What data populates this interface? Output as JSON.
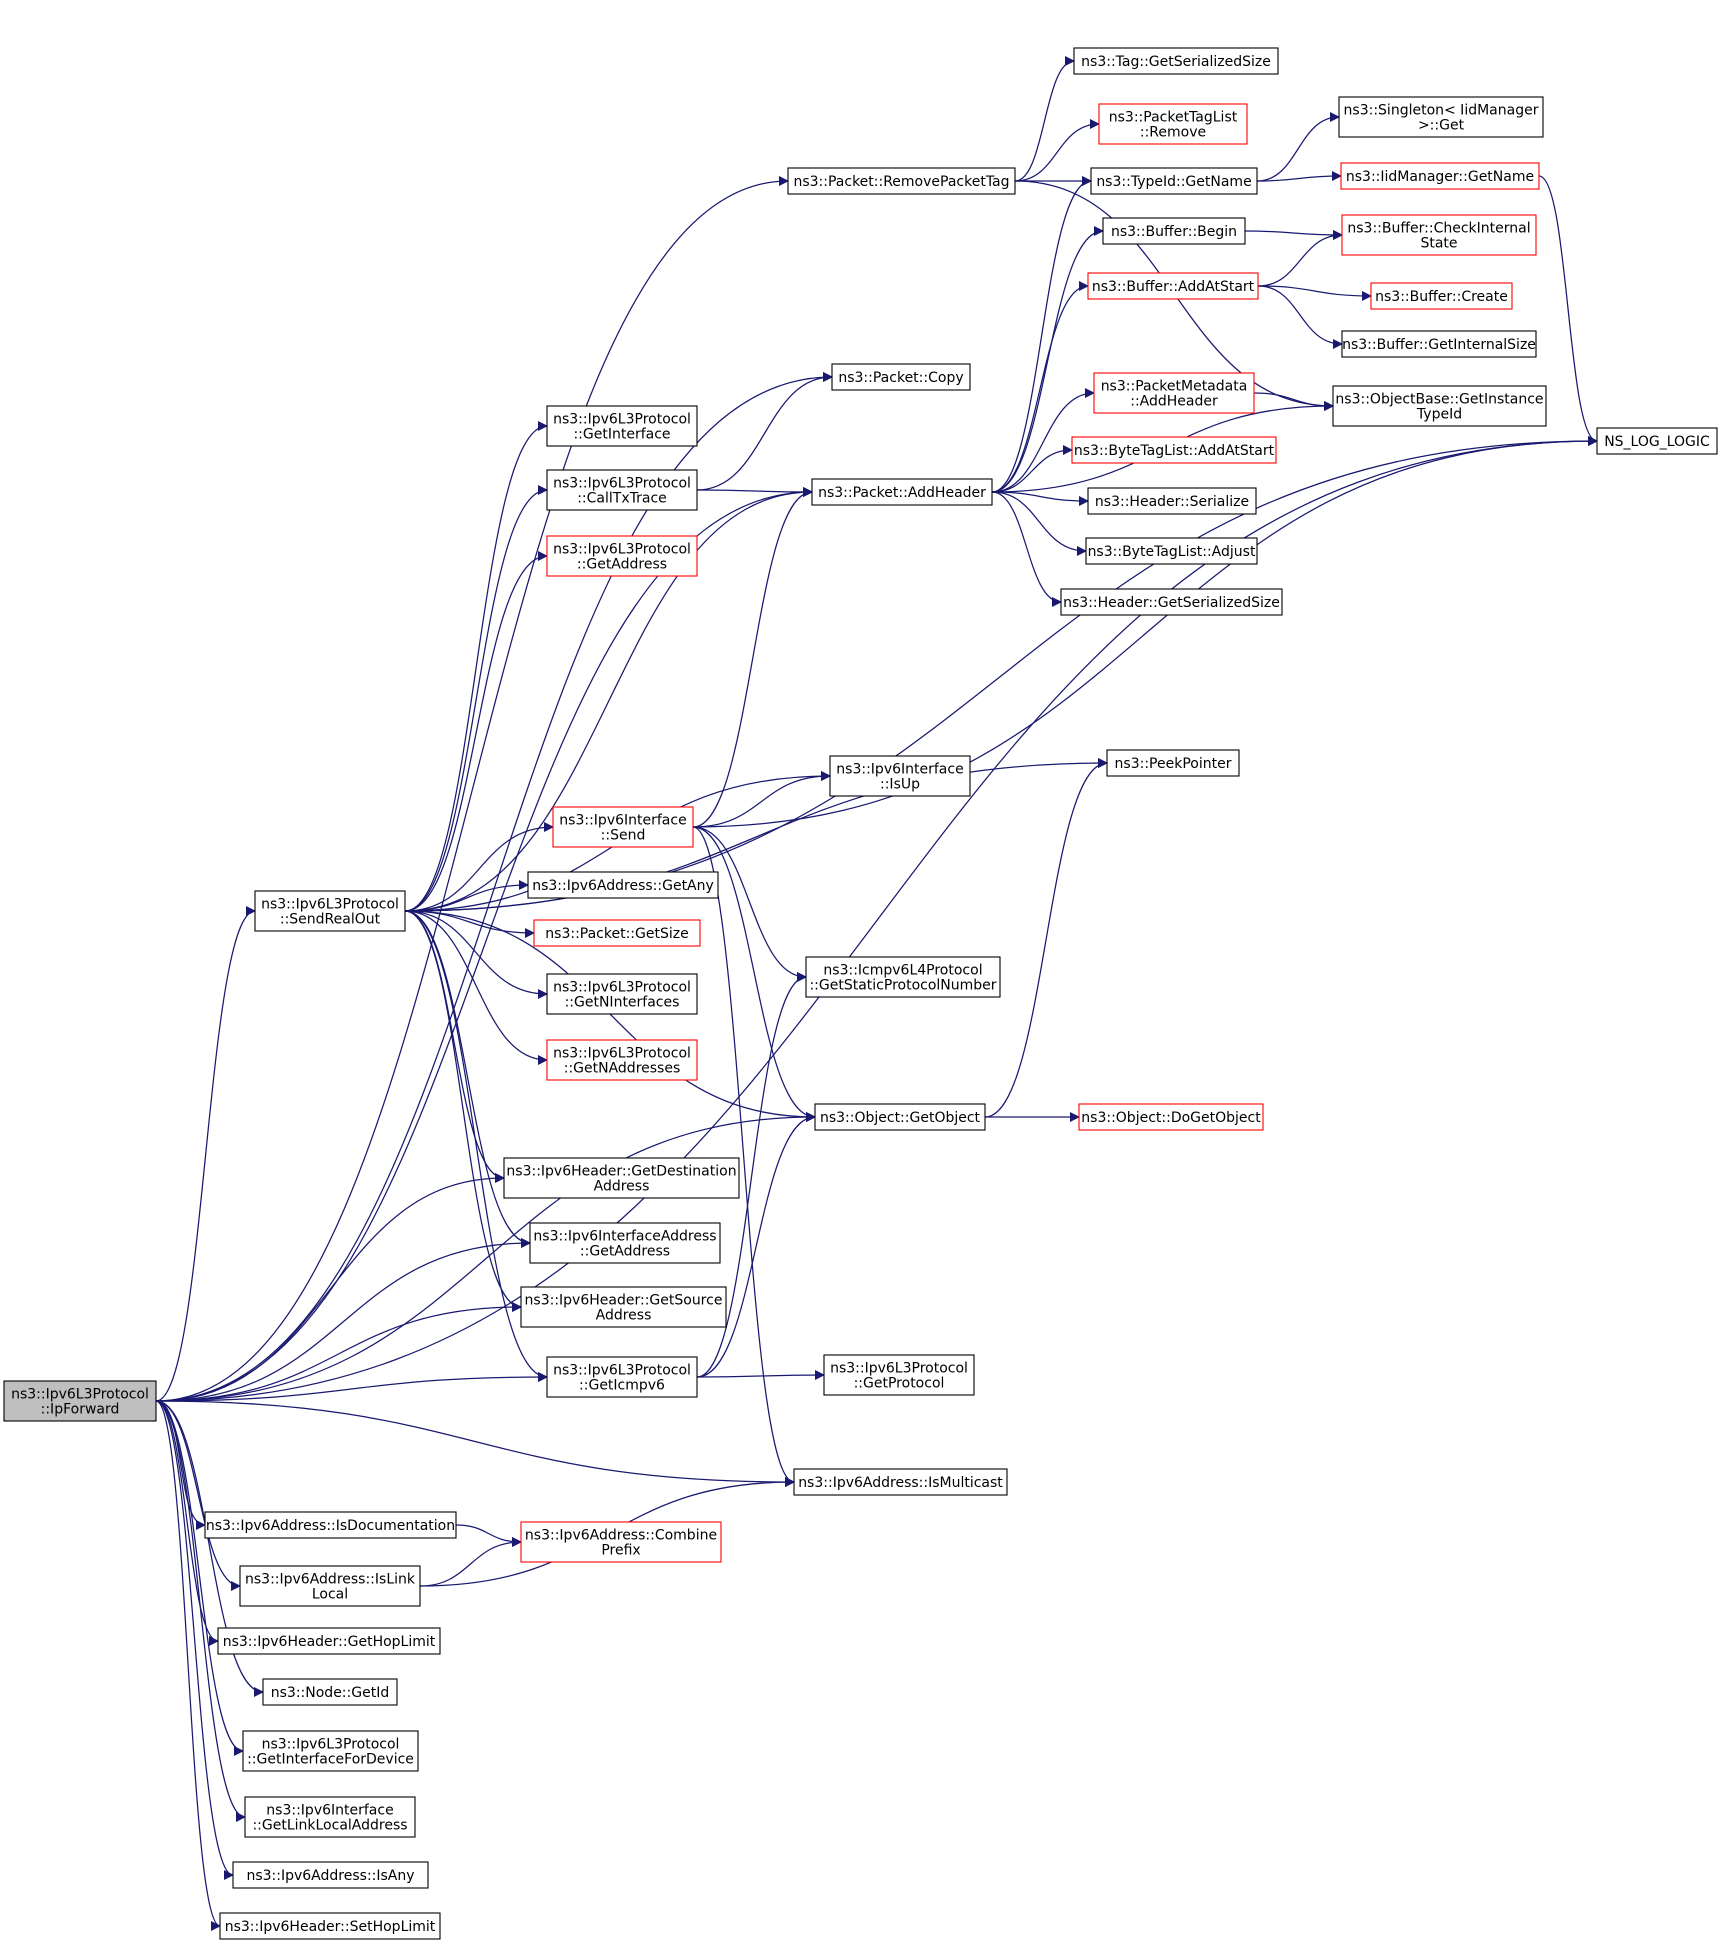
{
  "title": "ns3::Ipv6L3Protocol::IpForward call graph",
  "colors": {
    "edge": "#191970",
    "box_black": "#000000",
    "box_red": "#ff0000",
    "root_fill": "#bfbfbf"
  },
  "nodes": [
    {
      "id": "ipforward",
      "lines": [
        "ns3::Ipv6L3Protocol",
        "::IpForward"
      ],
      "style": "root"
    },
    {
      "id": "sendrealout",
      "lines": [
        "ns3::Ipv6L3Protocol",
        "::SendRealOut"
      ],
      "style": "black"
    },
    {
      "id": "nslog",
      "lines": [
        "NS_LOG_LOGIC"
      ],
      "style": "black"
    },
    {
      "id": "removepackettag",
      "lines": [
        "ns3::Packet::RemovePacketTag"
      ],
      "style": "black"
    },
    {
      "id": "tag_getss",
      "lines": [
        "ns3::Tag::GetSerializedSize"
      ],
      "style": "black"
    },
    {
      "id": "ptl_remove",
      "lines": [
        "ns3::PacketTagList",
        "::Remove"
      ],
      "style": "red"
    },
    {
      "id": "typeid_getname",
      "lines": [
        "ns3::TypeId::GetName"
      ],
      "style": "black"
    },
    {
      "id": "singleton_get",
      "lines": [
        "ns3::Singleton< IidManager",
        ">::Get"
      ],
      "style": "black"
    },
    {
      "id": "iid_getname",
      "lines": [
        "ns3::IidManager::GetName"
      ],
      "style": "red"
    },
    {
      "id": "buf_begin",
      "lines": [
        "ns3::Buffer::Begin"
      ],
      "style": "black"
    },
    {
      "id": "buf_checkinternal",
      "lines": [
        "ns3::Buffer::CheckInternal",
        "State"
      ],
      "style": "red"
    },
    {
      "id": "buf_addatstart",
      "lines": [
        "ns3::Buffer::AddAtStart"
      ],
      "style": "red"
    },
    {
      "id": "buf_create",
      "lines": [
        "ns3::Buffer::Create"
      ],
      "style": "red"
    },
    {
      "id": "buf_getinternalsize",
      "lines": [
        "ns3::Buffer::GetInternalSize"
      ],
      "style": "black"
    },
    {
      "id": "pm_addheader",
      "lines": [
        "ns3::PacketMetadata",
        "::AddHeader"
      ],
      "style": "red"
    },
    {
      "id": "ob_getinstance",
      "lines": [
        "ns3::ObjectBase::GetInstance",
        "TypeId"
      ],
      "style": "black"
    },
    {
      "id": "btl_addatstart",
      "lines": [
        "ns3::ByteTagList::AddAtStart"
      ],
      "style": "red"
    },
    {
      "id": "hdr_serialize",
      "lines": [
        "ns3::Header::Serialize"
      ],
      "style": "black"
    },
    {
      "id": "btl_adjust",
      "lines": [
        "ns3::ByteTagList::Adjust"
      ],
      "style": "black"
    },
    {
      "id": "hdr_getss",
      "lines": [
        "ns3::Header::GetSerializedSize"
      ],
      "style": "black"
    },
    {
      "id": "packet_copy",
      "lines": [
        "ns3::Packet::Copy"
      ],
      "style": "black"
    },
    {
      "id": "l3_getinterface",
      "lines": [
        "ns3::Ipv6L3Protocol",
        "::GetInterface"
      ],
      "style": "black"
    },
    {
      "id": "l3_calltxtrace",
      "lines": [
        "ns3::Ipv6L3Protocol",
        "::CallTxTrace"
      ],
      "style": "black"
    },
    {
      "id": "l3_getaddress",
      "lines": [
        "ns3::Ipv6L3Protocol",
        "::GetAddress"
      ],
      "style": "red"
    },
    {
      "id": "packet_addheader",
      "lines": [
        "ns3::Packet::AddHeader"
      ],
      "style": "black"
    },
    {
      "id": "if_isup",
      "lines": [
        "ns3::Ipv6Interface",
        "::IsUp"
      ],
      "style": "black"
    },
    {
      "id": "peekpointer",
      "lines": [
        "ns3::PeekPointer"
      ],
      "style": "black"
    },
    {
      "id": "if_send",
      "lines": [
        "ns3::Ipv6Interface",
        "::Send"
      ],
      "style": "red"
    },
    {
      "id": "addr_getany",
      "lines": [
        "ns3::Ipv6Address::GetAny"
      ],
      "style": "black"
    },
    {
      "id": "packet_getsize",
      "lines": [
        "ns3::Packet::GetSize"
      ],
      "style": "red"
    },
    {
      "id": "l3_getninterfaces",
      "lines": [
        "ns3::Ipv6L3Protocol",
        "::GetNInterfaces"
      ],
      "style": "black"
    },
    {
      "id": "icmp_getstatic",
      "lines": [
        "ns3::Icmpv6L4Protocol",
        "::GetStaticProtocolNumber"
      ],
      "style": "black"
    },
    {
      "id": "l3_getnaddresses",
      "lines": [
        "ns3::Ipv6L3Protocol",
        "::GetNAddresses"
      ],
      "style": "red"
    },
    {
      "id": "obj_getobject",
      "lines": [
        "ns3::Object::GetObject"
      ],
      "style": "black"
    },
    {
      "id": "obj_dogetobject",
      "lines": [
        "ns3::Object::DoGetObject"
      ],
      "style": "red"
    },
    {
      "id": "hdr_getdest",
      "lines": [
        "ns3::Ipv6Header::GetDestination",
        "Address"
      ],
      "style": "black"
    },
    {
      "id": "ifaddr_getaddress",
      "lines": [
        "ns3::Ipv6InterfaceAddress",
        "::GetAddress"
      ],
      "style": "black"
    },
    {
      "id": "hdr_getsource",
      "lines": [
        "ns3::Ipv6Header::GetSource",
        "Address"
      ],
      "style": "black"
    },
    {
      "id": "l3_geticmpv6",
      "lines": [
        "ns3::Ipv6L3Protocol",
        "::GetIcmpv6"
      ],
      "style": "black"
    },
    {
      "id": "l3_getprotocol",
      "lines": [
        "ns3::Ipv6L3Protocol",
        "::GetProtocol"
      ],
      "style": "black"
    },
    {
      "id": "addr_ismulticast",
      "lines": [
        "ns3::Ipv6Address::IsMulticast"
      ],
      "style": "black"
    },
    {
      "id": "addr_isdoc",
      "lines": [
        "ns3::Ipv6Address::IsDocumentation"
      ],
      "style": "black"
    },
    {
      "id": "addr_combineprefix",
      "lines": [
        "ns3::Ipv6Address::Combine",
        "Prefix"
      ],
      "style": "red"
    },
    {
      "id": "addr_islinklocal",
      "lines": [
        "ns3::Ipv6Address::IsLink",
        "Local"
      ],
      "style": "black"
    },
    {
      "id": "hdr_gethoplimit",
      "lines": [
        "ns3::Ipv6Header::GetHopLimit"
      ],
      "style": "black"
    },
    {
      "id": "node_getid",
      "lines": [
        "ns3::Node::GetId"
      ],
      "style": "black"
    },
    {
      "id": "l3_getifdevice",
      "lines": [
        "ns3::Ipv6L3Protocol",
        "::GetInterfaceForDevice"
      ],
      "style": "black"
    },
    {
      "id": "if_getlinklocal",
      "lines": [
        "ns3::Ipv6Interface",
        "::GetLinkLocalAddress"
      ],
      "style": "black"
    },
    {
      "id": "addr_isany",
      "lines": [
        "ns3::Ipv6Address::IsAny"
      ],
      "style": "black"
    },
    {
      "id": "hdr_sethoplimit",
      "lines": [
        "ns3::Ipv6Header::SetHopLimit"
      ],
      "style": "black"
    }
  ],
  "edges": [
    [
      "ipforward",
      "nslog"
    ],
    [
      "ipforward",
      "removepackettag"
    ],
    [
      "ipforward",
      "packet_copy"
    ],
    [
      "ipforward",
      "packet_addheader"
    ],
    [
      "ipforward",
      "sendrealout"
    ],
    [
      "ipforward",
      "hdr_getdest"
    ],
    [
      "ipforward",
      "ifaddr_getaddress"
    ],
    [
      "ipforward",
      "hdr_getsource"
    ],
    [
      "ipforward",
      "l3_geticmpv6"
    ],
    [
      "ipforward",
      "obj_getobject"
    ],
    [
      "ipforward",
      "addr_ismulticast"
    ],
    [
      "ipforward",
      "addr_isdoc"
    ],
    [
      "ipforward",
      "addr_islinklocal"
    ],
    [
      "ipforward",
      "hdr_gethoplimit"
    ],
    [
      "ipforward",
      "node_getid"
    ],
    [
      "ipforward",
      "l3_getifdevice"
    ],
    [
      "ipforward",
      "if_getlinklocal"
    ],
    [
      "ipforward",
      "addr_isany"
    ],
    [
      "ipforward",
      "hdr_sethoplimit"
    ],
    [
      "removepackettag",
      "tag_getss"
    ],
    [
      "removepackettag",
      "ptl_remove"
    ],
    [
      "removepackettag",
      "typeid_getname"
    ],
    [
      "removepackettag",
      "ob_getinstance"
    ],
    [
      "typeid_getname",
      "singleton_get"
    ],
    [
      "typeid_getname",
      "iid_getname"
    ],
    [
      "iid_getname",
      "nslog"
    ],
    [
      "buf_begin",
      "buf_checkinternal"
    ],
    [
      "buf_addatstart",
      "buf_checkinternal"
    ],
    [
      "buf_addatstart",
      "buf_create"
    ],
    [
      "buf_addatstart",
      "buf_getinternalsize"
    ],
    [
      "pm_addheader",
      "ob_getinstance"
    ],
    [
      "packet_addheader",
      "typeid_getname"
    ],
    [
      "packet_addheader",
      "buf_begin"
    ],
    [
      "packet_addheader",
      "buf_addatstart"
    ],
    [
      "packet_addheader",
      "pm_addheader"
    ],
    [
      "packet_addheader",
      "btl_addatstart"
    ],
    [
      "packet_addheader",
      "hdr_serialize"
    ],
    [
      "packet_addheader",
      "btl_adjust"
    ],
    [
      "packet_addheader",
      "hdr_getss"
    ],
    [
      "packet_addheader",
      "ob_getinstance"
    ],
    [
      "l3_calltxtrace",
      "packet_copy"
    ],
    [
      "l3_calltxtrace",
      "packet_addheader"
    ],
    [
      "sendrealout",
      "l3_getinterface"
    ],
    [
      "sendrealout",
      "l3_calltxtrace"
    ],
    [
      "sendrealout",
      "l3_getaddress"
    ],
    [
      "sendrealout",
      "packet_addheader"
    ],
    [
      "sendrealout",
      "nslog"
    ],
    [
      "sendrealout",
      "peekpointer"
    ],
    [
      "sendrealout",
      "if_isup"
    ],
    [
      "sendrealout",
      "if_send"
    ],
    [
      "sendrealout",
      "addr_getany"
    ],
    [
      "sendrealout",
      "packet_getsize"
    ],
    [
      "sendrealout",
      "l3_getninterfaces"
    ],
    [
      "sendrealout",
      "l3_getnaddresses"
    ],
    [
      "sendrealout",
      "obj_getobject"
    ],
    [
      "sendrealout",
      "hdr_getdest"
    ],
    [
      "sendrealout",
      "ifaddr_getaddress"
    ],
    [
      "sendrealout",
      "hdr_getsource"
    ],
    [
      "sendrealout",
      "l3_geticmpv6"
    ],
    [
      "if_send",
      "packet_addheader"
    ],
    [
      "if_send",
      "if_isup"
    ],
    [
      "if_send",
      "nslog"
    ],
    [
      "if_send",
      "icmp_getstatic"
    ],
    [
      "if_send",
      "obj_getobject"
    ],
    [
      "if_send",
      "addr_ismulticast"
    ],
    [
      "obj_getobject",
      "obj_dogetobject"
    ],
    [
      "obj_getobject",
      "peekpointer"
    ],
    [
      "l3_geticmpv6",
      "icmp_getstatic"
    ],
    [
      "l3_geticmpv6",
      "obj_getobject"
    ],
    [
      "l3_geticmpv6",
      "l3_getprotocol"
    ],
    [
      "addr_isdoc",
      "addr_combineprefix"
    ],
    [
      "addr_islinklocal",
      "addr_combineprefix"
    ],
    [
      "addr_islinklocal",
      "addr_ismulticast"
    ]
  ]
}
